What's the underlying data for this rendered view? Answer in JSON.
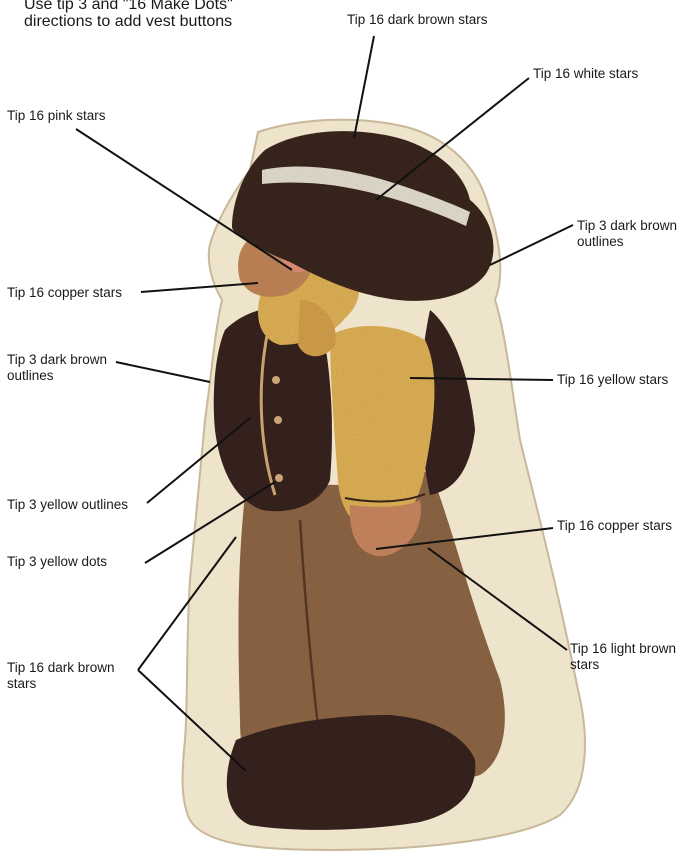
{
  "header_note": {
    "line1": "Use tip 3 and \"16 Make Dots\"",
    "line2": "directions to add vest buttons"
  },
  "callouts": [
    {
      "id": "hat-top",
      "text": "Tip 16 dark brown stars"
    },
    {
      "id": "hat-band",
      "text": "Tip 16 white stars"
    },
    {
      "id": "face-pink",
      "text": "Tip 16 pink stars"
    },
    {
      "id": "hat-outline",
      "line1": "Tip 3 dark brown",
      "line2": "outlines"
    },
    {
      "id": "face-copper",
      "text": "Tip 16 copper stars"
    },
    {
      "id": "vest-outline",
      "line1": "Tip 3 dark brown",
      "line2": "outlines"
    },
    {
      "id": "sleeve",
      "text": "Tip 16 yellow stars"
    },
    {
      "id": "vest-trim",
      "text": "Tip 3 yellow outlines"
    },
    {
      "id": "buttons",
      "text": "Tip 3 yellow dots"
    },
    {
      "id": "hand",
      "text": "Tip 16 copper stars"
    },
    {
      "id": "vest-boots",
      "line1": "Tip 16 dark brown",
      "line2": "stars"
    },
    {
      "id": "pants",
      "line1": "Tip 16 light brown",
      "line2": "stars"
    }
  ],
  "colors": {
    "dark_brown": "#3d2a22",
    "white_band": "#ece6d4",
    "pink": "#e8957a",
    "copper": "#c98a5c",
    "yellow": "#e7b85a",
    "light_brown": "#936a48",
    "cake_board": "#eee3cb"
  }
}
